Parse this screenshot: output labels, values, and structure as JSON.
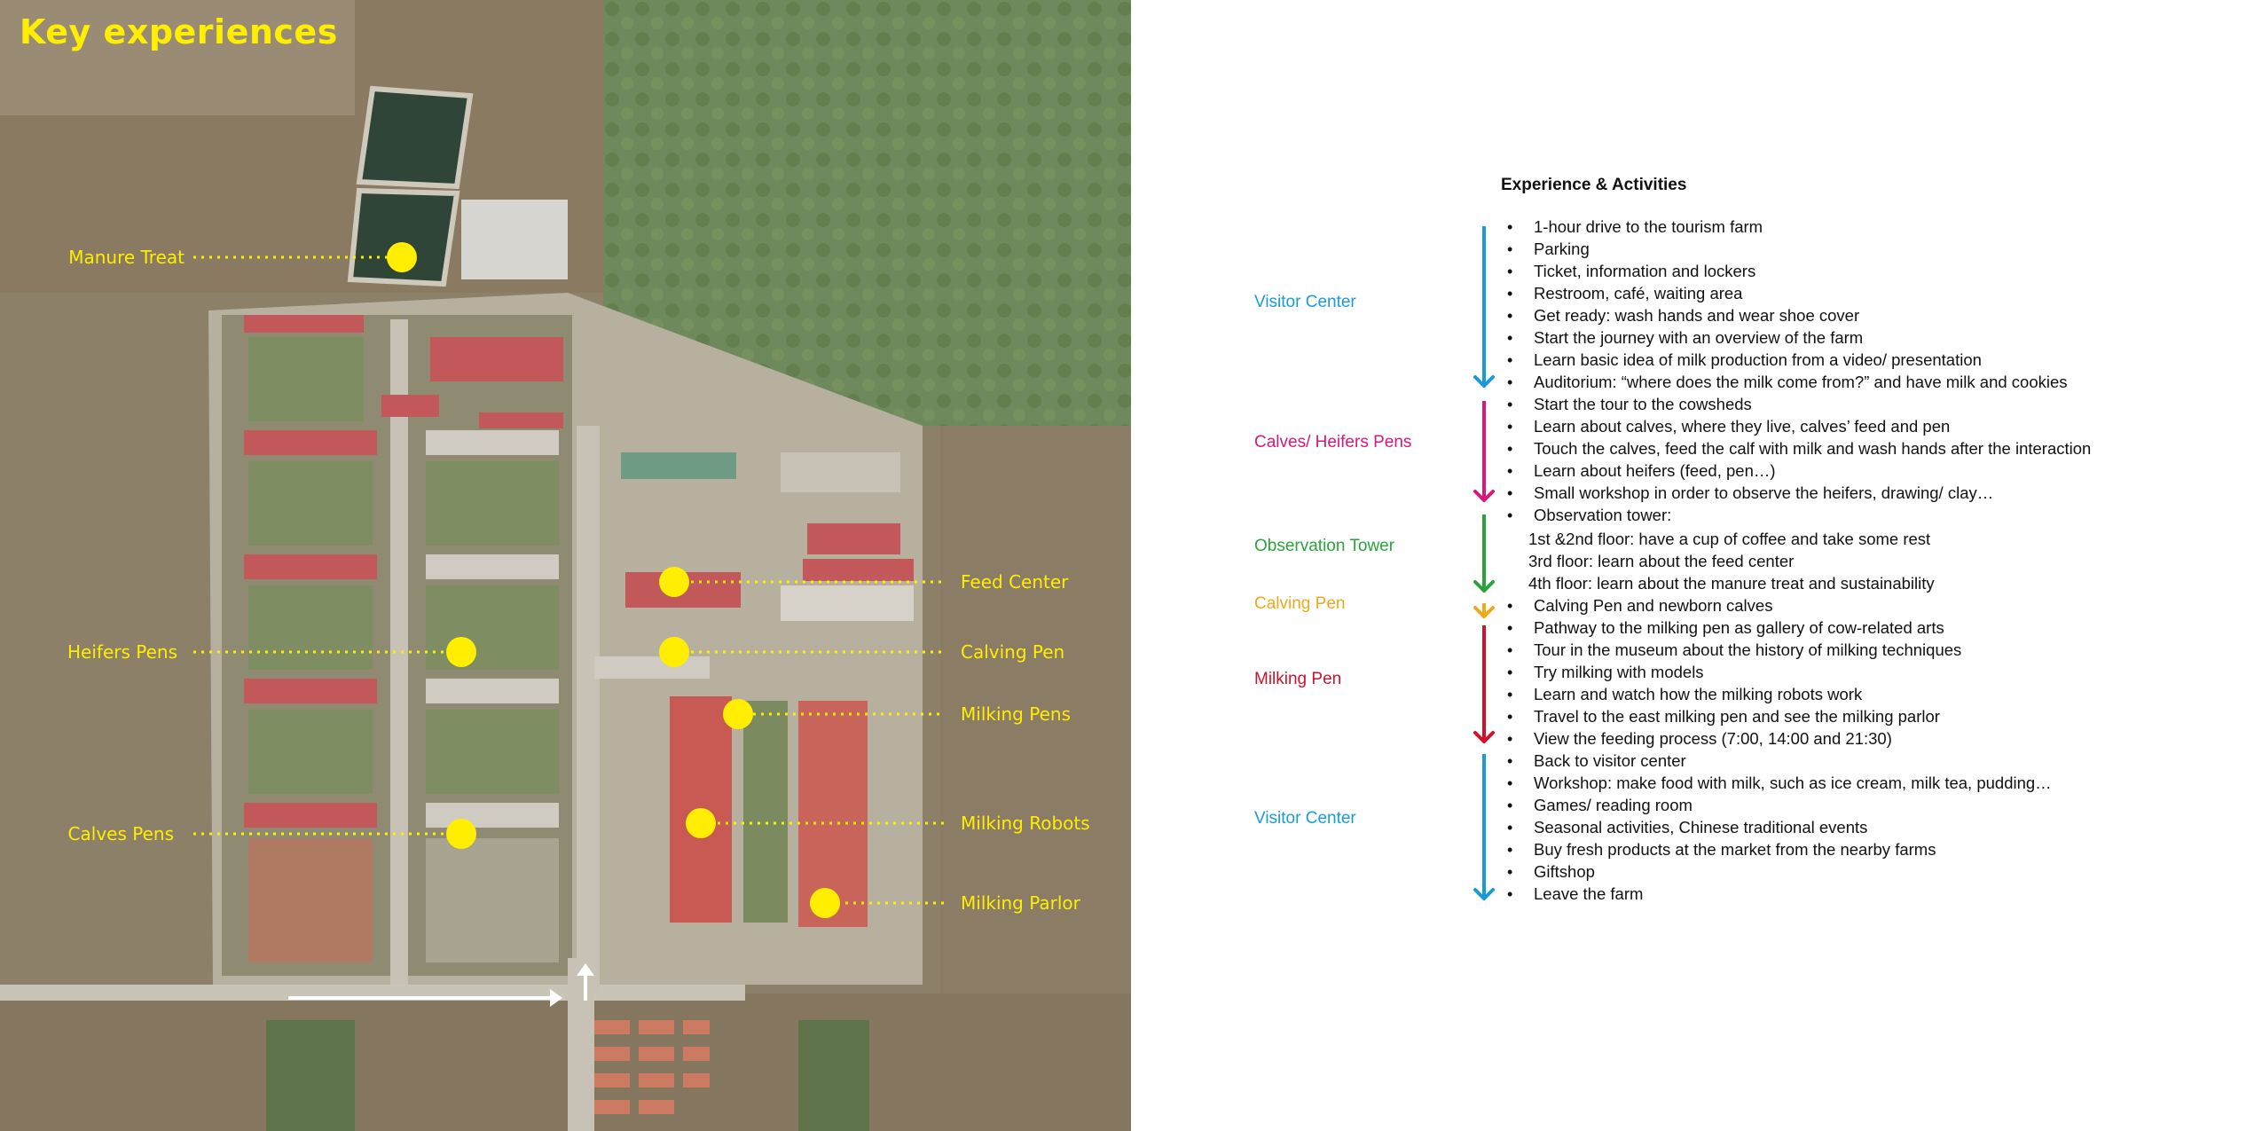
{
  "title": "Key experiences",
  "map": {
    "markers": [
      {
        "key": "manure",
        "label": "Manure Treat",
        "side": "left"
      },
      {
        "key": "heifers",
        "label": "Heifers Pens",
        "side": "left"
      },
      {
        "key": "calves",
        "label": "Calves Pens",
        "side": "left"
      },
      {
        "key": "feed",
        "label": "Feed Center",
        "side": "right"
      },
      {
        "key": "calving",
        "label": "Calving Pen",
        "side": "right"
      },
      {
        "key": "milkpens",
        "label": "Milking Pens",
        "side": "right"
      },
      {
        "key": "robots",
        "label": "Milking Robots",
        "side": "right"
      },
      {
        "key": "parlor",
        "label": "Milking Parlor",
        "side": "right"
      }
    ]
  },
  "timeline": {
    "heading": "Experience & Activities",
    "phases": [
      {
        "key": "visitor1",
        "label": "Visitor Center",
        "color": "#1a9bd7"
      },
      {
        "key": "calves",
        "label": "Calves/ Heifers Pens",
        "color": "#d6197a"
      },
      {
        "key": "tower",
        "label": "Observation Tower",
        "color": "#2aa43a"
      },
      {
        "key": "calving",
        "label": "Calving Pen",
        "color": "#f0a81c"
      },
      {
        "key": "milking",
        "label": "Milking Pen",
        "color": "#d0122b"
      },
      {
        "key": "visitor2",
        "label": "Visitor Center",
        "color": "#1a9bd7"
      }
    ],
    "activities": [
      {
        "text": "1-hour drive to the tourism farm",
        "bullet": true
      },
      {
        "text": "Parking",
        "bullet": true
      },
      {
        "text": "Ticket, information and lockers",
        "bullet": true
      },
      {
        "text": "Restroom, café, waiting area",
        "bullet": true
      },
      {
        "text": "Get ready: wash hands and wear shoe cover",
        "bullet": true
      },
      {
        "text": "Start the journey with an overview of the farm",
        "bullet": true
      },
      {
        "text": "Learn basic idea of milk production from a video/ presentation",
        "bullet": true
      },
      {
        "text": "Auditorium: “where does the milk come from?” and have milk and cookies",
        "bullet": true
      },
      {
        "text": "Start the tour to the cowsheds",
        "bullet": true
      },
      {
        "text": "Learn about calves, where they live, calves’ feed and pen",
        "bullet": true
      },
      {
        "text": "Touch the calves, feed the calf with milk and wash hands after the interaction",
        "bullet": true
      },
      {
        "text": "Learn about heifers (feed, pen…)",
        "bullet": true
      },
      {
        "text": "Small workshop in order to observe the heifers, drawing/ clay…",
        "bullet": true
      },
      {
        "text": "Observation tower:",
        "bullet": true
      },
      {
        "text": "1st &2nd floor: have a cup of coffee and take some rest",
        "bullet": false
      },
      {
        "text": "3rd floor: learn about the feed center",
        "bullet": false
      },
      {
        "text": "4th floor: learn about the manure treat and sustainability",
        "bullet": false
      },
      {
        "text": "Calving Pen and newborn calves",
        "bullet": true
      },
      {
        "text": "Pathway to the milking pen as gallery of cow-related arts",
        "bullet": true
      },
      {
        "text": "Tour in the museum about the history of milking techniques",
        "bullet": true
      },
      {
        "text": "Try milking with models",
        "bullet": true
      },
      {
        "text": "Learn and watch how the milking robots work",
        "bullet": true
      },
      {
        "text": "Travel to the east milking pen and see the milking parlor",
        "bullet": true
      },
      {
        "text": "View the feeding process (7:00, 14:00 and 21:30)",
        "bullet": true
      },
      {
        "text": "Back to visitor center",
        "bullet": true
      },
      {
        "text": "Workshop: make food with milk, such as ice cream, milk tea, pudding…",
        "bullet": true
      },
      {
        "text": "Games/ reading room",
        "bullet": true
      },
      {
        "text": "Seasonal activities, Chinese traditional events",
        "bullet": true
      },
      {
        "text": "Buy fresh products at the market from the nearby farms",
        "bullet": true
      },
      {
        "text": "Giftshop",
        "bullet": true
      },
      {
        "text": "Leave the farm",
        "bullet": true
      }
    ]
  }
}
